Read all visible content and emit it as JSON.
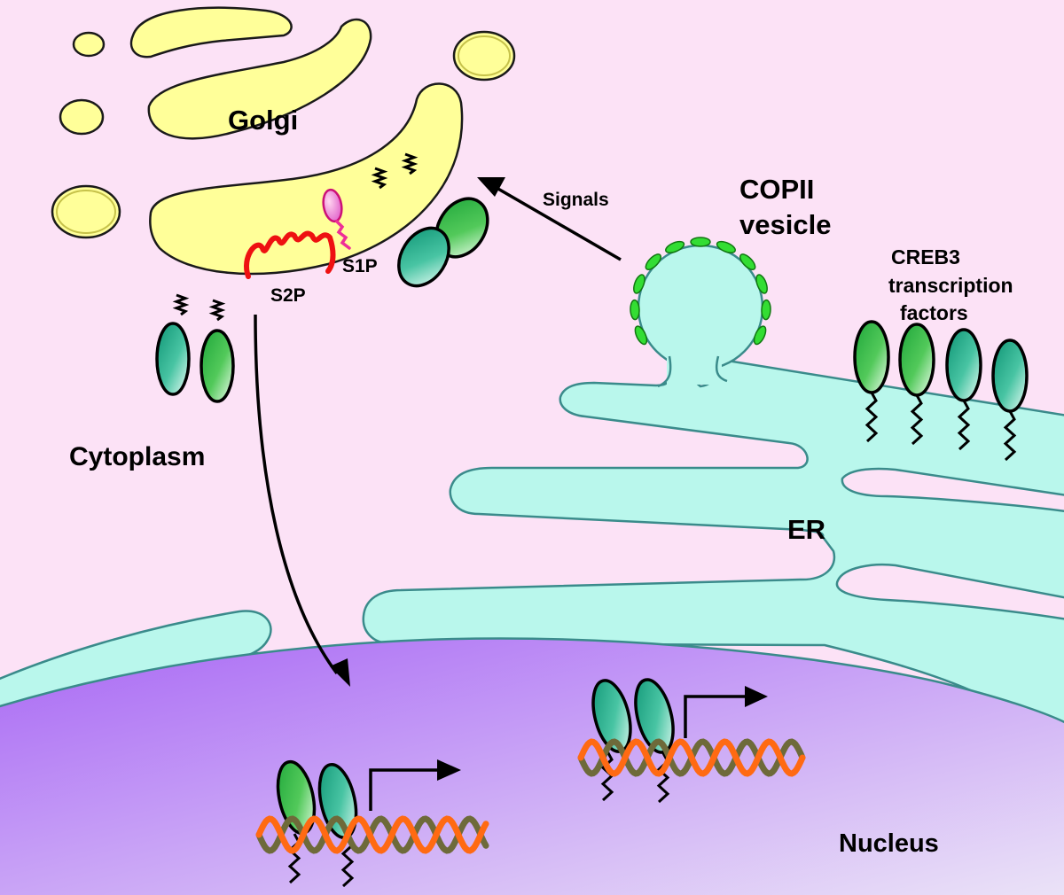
{
  "labels": {
    "golgi": "Golgi",
    "signals": "Signals",
    "copii_line1": "COPII",
    "copii_line2": "vesicle",
    "creb3_line1": "CREB3",
    "creb3_line2": "transcription",
    "creb3_line3": "factors",
    "s1p": "S1P",
    "s2p": "S2P",
    "cytoplasm": "Cytoplasm",
    "er": "ER",
    "nucleus": "Nucleus"
  },
  "colors": {
    "cytoplasm": "#fce2f6",
    "golgi_fill": "#ffff99",
    "golgi_stroke": "#c6c24a",
    "er_fill": "#b9f7ec",
    "er_stroke": "#3a8b8b",
    "nucleus_dark": "#a867f4",
    "nucleus_light": "#ece5f7",
    "copii_coat": "#33dd33",
    "s2p": "#ee1111",
    "s1p": "#ee2f97",
    "dna_orange": "#ff6a13",
    "dna_olive": "#6e6a3a",
    "arrow": "#000000"
  },
  "icons": {
    "factor": "ellipse-protein-icon",
    "tail": "wavy-transmembrane-tail",
    "dna": "double-helix-icon",
    "transcription_arrow": "bent-arrow-icon",
    "s2p": "zigzag-protease-icon",
    "s1p": "lollipop-protease-icon"
  }
}
